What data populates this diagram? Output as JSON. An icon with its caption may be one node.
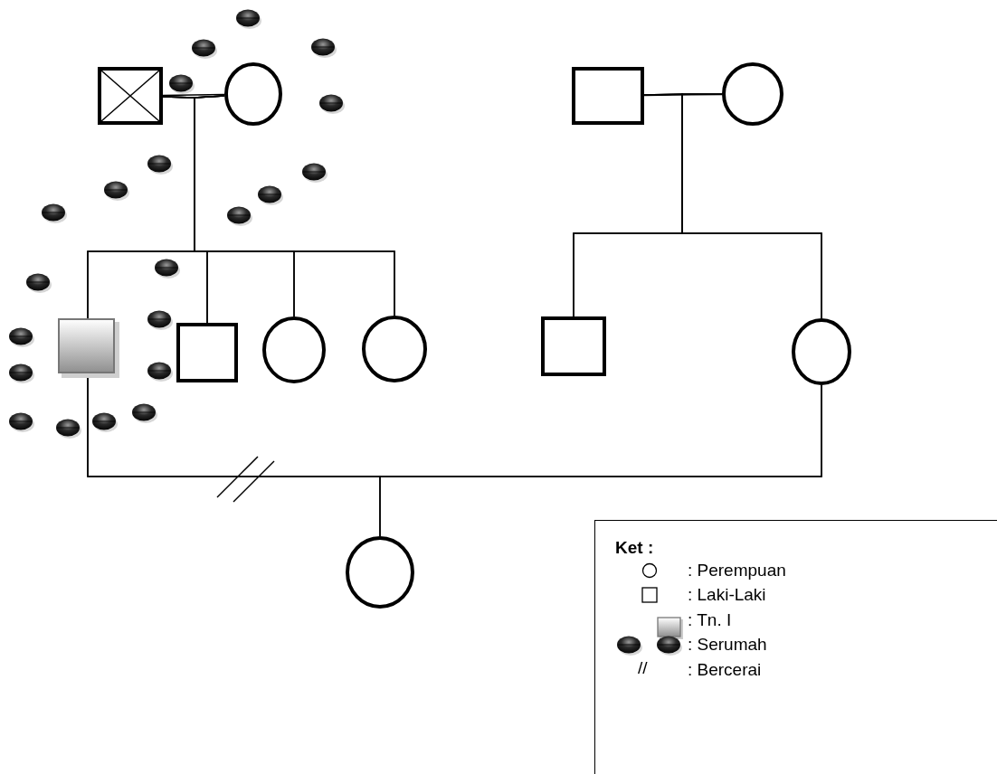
{
  "diagram": {
    "nodes": [
      {
        "text": [],
        "shape": "box"
      },
      {
        "text": [],
        "shape": "circle"
      },
      {
        "text": [],
        "shape": "box"
      },
      {
        "text": [],
        "shape": "circle"
      },
      {
        "text": [],
        "shape": "box"
      },
      {
        "text": [],
        "shape": "box"
      },
      {
        "text": [],
        "shape": "circle"
      },
      {
        "text": [],
        "shape": "circle"
      },
      {
        "text": [],
        "shape": "box"
      },
      {
        "text": [],
        "shape": "circle"
      },
      {
        "text": [],
        "shape": "circle"
      }
    ],
    "edges": [
      {
        "from": 0,
        "to": 1,
        "arrow": "none"
      },
      {
        "from": 0,
        "to": 4,
        "arrow": "none"
      },
      {
        "from": 0,
        "to": 5,
        "arrow": "none"
      },
      {
        "from": 0,
        "to": 6,
        "arrow": "none"
      },
      {
        "from": 0,
        "to": 7,
        "arrow": "none"
      },
      {
        "from": 1,
        "to": 4,
        "arrow": "none"
      },
      {
        "from": 1,
        "to": 5,
        "arrow": "none"
      },
      {
        "from": 1,
        "to": 6,
        "arrow": "none"
      },
      {
        "from": 1,
        "to": 7,
        "arrow": "none"
      },
      {
        "from": 2,
        "to": 3,
        "arrow": "none"
      },
      {
        "from": 2,
        "to": 8,
        "arrow": "none"
      },
      {
        "from": 2,
        "to": 9,
        "arrow": "none"
      },
      {
        "from": 3,
        "to": 8,
        "arrow": "none"
      },
      {
        "from": 3,
        "to": 9,
        "arrow": "none"
      },
      {
        "from": 4,
        "to": 9,
        "arrow": "none"
      },
      {
        "from": 4,
        "to": 10,
        "arrow": "none"
      },
      {
        "from": 9,
        "to": 10,
        "arrow": "none"
      }
    ],
    "labels": [
      "Ket :",
      "//"
    ],
    "legend": [
      {
        "text": ": Perempuan"
      },
      {
        "text": ": Laki-Laki"
      },
      {
        "text": ": Tn. I"
      },
      {
        "text": ": Serumah"
      },
      {
        "text": ": Bercerai"
      }
    ]
  }
}
